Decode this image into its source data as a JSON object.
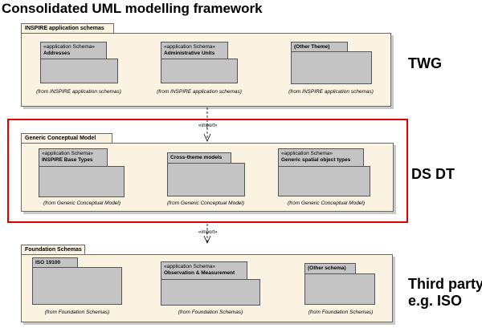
{
  "title": "Consolidated UML modelling framework",
  "layers": [
    {
      "package": "INSPIRE application schemas",
      "side_label": "TWG",
      "items": [
        {
          "stereotype": "«application Schema»",
          "name": "Addresses",
          "from": "(from INSPIRE application schemas)"
        },
        {
          "stereotype": "«application Schema»",
          "name": "Administrative Units",
          "from": "(from INSPIRE application schemas)"
        },
        {
          "stereotype": "",
          "name": "(Other Theme)",
          "from": "(from INSPIRE application schemas)"
        }
      ]
    },
    {
      "package": "Generic Conceptual Model",
      "side_label": "DS DT",
      "items": [
        {
          "stereotype": "«application Schema»",
          "name": "INSPIRE Base Types",
          "from": "(from Generic Conceptual Model)"
        },
        {
          "stereotype": "",
          "name": "Cross-theme models",
          "from": "(from Generic Conceptual Model)"
        },
        {
          "stereotype": "«application Schema»",
          "name": "Generic spatial object types",
          "from": "(from Generic Conceptual Model)"
        }
      ]
    },
    {
      "package": "Foundation Schemas",
      "side_label_line1": "Third party",
      "side_label_line2": "e.g. ISO",
      "items": [
        {
          "stereotype": "",
          "name": "ISO 19100",
          "from": "(from Foundation Schemas)"
        },
        {
          "stereotype": "«application Schema»",
          "name": "Observation & Measurement",
          "from": "(from Foundation Schemas)"
        },
        {
          "stereotype": "",
          "name": "(Other schema)",
          "from": "(from Foundation Schemas)"
        }
      ]
    }
  ],
  "dependency_label": "«import»",
  "colors": {
    "package_fill": "#fbf3e2",
    "subpackage_fill": "#c4c4c4",
    "highlight_border": "#e00000"
  }
}
